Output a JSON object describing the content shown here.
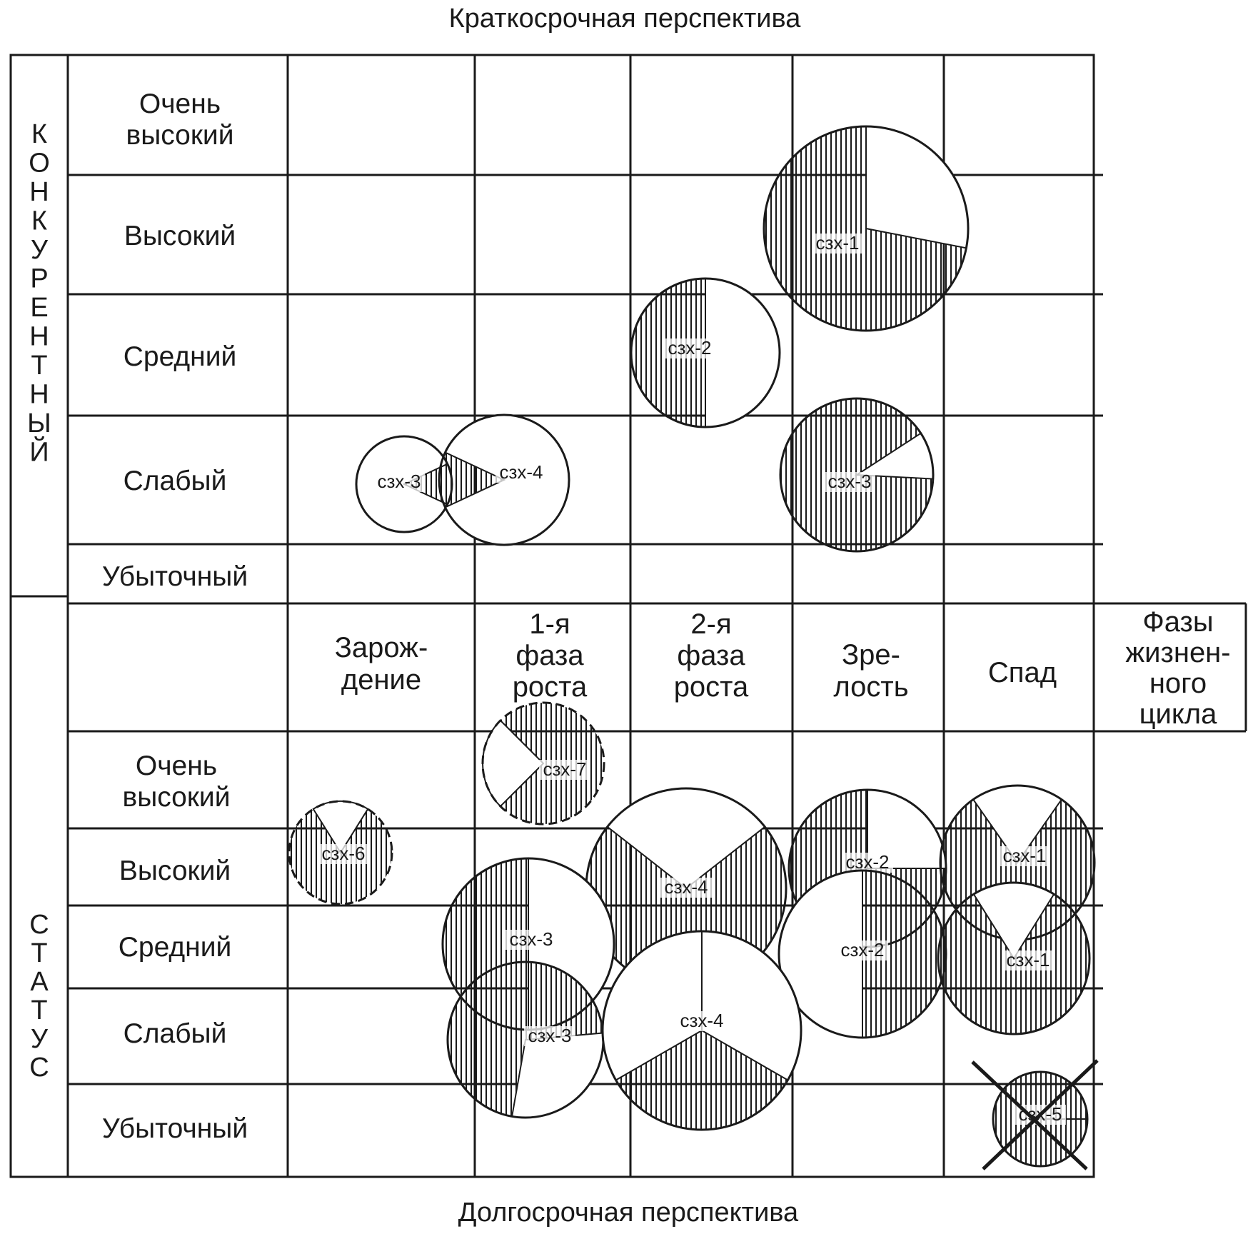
{
  "titles": {
    "top": "Краткосрочная перспектива",
    "bottom": "Долгосрочная перспектива"
  },
  "vertical_labels": {
    "upper": "КОНКУРЕНТНЫЙ",
    "lower": "СТАТУС"
  },
  "status_rows": [
    "Очень высокий",
    "Высокий",
    "Средний",
    "Слабый",
    "Убыточный"
  ],
  "phases": [
    "Зарож- дение",
    "1-я фаза роста",
    "2-я фаза роста",
    "Зре- лость",
    "Спад"
  ],
  "phases_header": "Фазы жизнен- ного цикла",
  "colors": {
    "ink": "#1a1a1a",
    "paper": "#ffffff"
  },
  "bubbles_short_term": [
    {
      "label": "сзх-1",
      "phase": "Зре- лость",
      "status": "Высокий",
      "style": "solid"
    },
    {
      "label": "сзх-2",
      "phase": "2-я фаза роста",
      "status": "Средний",
      "style": "solid"
    },
    {
      "label": "сзх-3",
      "phase": "Зарож- дение",
      "status": "Слабый",
      "style": "solid"
    },
    {
      "label": "сзх-4",
      "phase": "1-я фаза роста",
      "status": "Слабый",
      "style": "solid"
    },
    {
      "label": "сзх-3",
      "phase": "Зре- лость",
      "status": "Слабый",
      "style": "solid"
    }
  ],
  "bubbles_long_term": [
    {
      "label": "сзх-7",
      "phase": "1-я фаза роста",
      "status": "Очень высокий",
      "style": "dashed"
    },
    {
      "label": "сзх-6",
      "phase": "Зарож- дение",
      "status": "Высокий",
      "style": "dashed"
    },
    {
      "label": "сзх-4",
      "phase": "2-я фаза роста",
      "status": "Высокий",
      "style": "solid"
    },
    {
      "label": "сзх-2",
      "phase": "Зре- лость",
      "status": "Высокий",
      "style": "solid"
    },
    {
      "label": "сзх-1",
      "phase": "Спад",
      "status": "Высокий",
      "style": "solid"
    },
    {
      "label": "сзх-3",
      "phase": "1-я фаза роста",
      "status": "Средний",
      "style": "solid"
    },
    {
      "label": "сзх-2",
      "phase": "Зре- лость",
      "status": "Средний",
      "style": "solid"
    },
    {
      "label": "сзх-1",
      "phase": "Спад",
      "status": "Средний",
      "style": "solid"
    },
    {
      "label": "сзх-3",
      "phase": "1-я фаза роста",
      "status": "Слабый",
      "style": "solid"
    },
    {
      "label": "сзх-4",
      "phase": "2-я фаза роста",
      "status": "Слабый",
      "style": "solid"
    },
    {
      "label": "сзх-5",
      "phase": "Спад",
      "status": "Убыточный",
      "style": "crossed"
    }
  ]
}
